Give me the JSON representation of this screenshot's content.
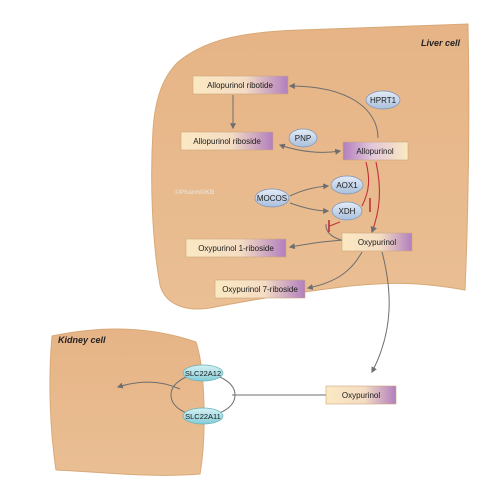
{
  "cells": {
    "liver": "Liver cell",
    "kidney": "Kidney cell"
  },
  "watermark": "©PharmGKB",
  "metabolites": {
    "allopurinol_ribotide": "Allopurinol ribotide",
    "allopurinol_riboside": "Allopurinol riboside",
    "allopurinol": "Allopurinol",
    "oxypurinol_liver": "Oxypurinol",
    "oxypurinol_1_riboside": "Oxypurinol 1-riboside",
    "oxypurinol_7_riboside": "Oxypurinol 7-riboside",
    "oxypurinol_outside": "Oxypurinol"
  },
  "enzymes": {
    "hprt1": "HPRT1",
    "pnp": "PNP",
    "mocos": "MOCOS",
    "aox1": "AOX1",
    "xdh": "XDH"
  },
  "transporters": {
    "slc22a12": "SLC22A12",
    "slc22a11": "SLC22A11"
  },
  "colors": {
    "cell_fill": "#e8b98a",
    "box_cream": "#fbe9c2",
    "box_purple": "#b27fbe",
    "enzyme_fill": "#c9d9ee",
    "transporter_fill": "#a8dde4",
    "inhibit_red": "#c0303a",
    "arrow_gray": "#6e6e6e"
  }
}
